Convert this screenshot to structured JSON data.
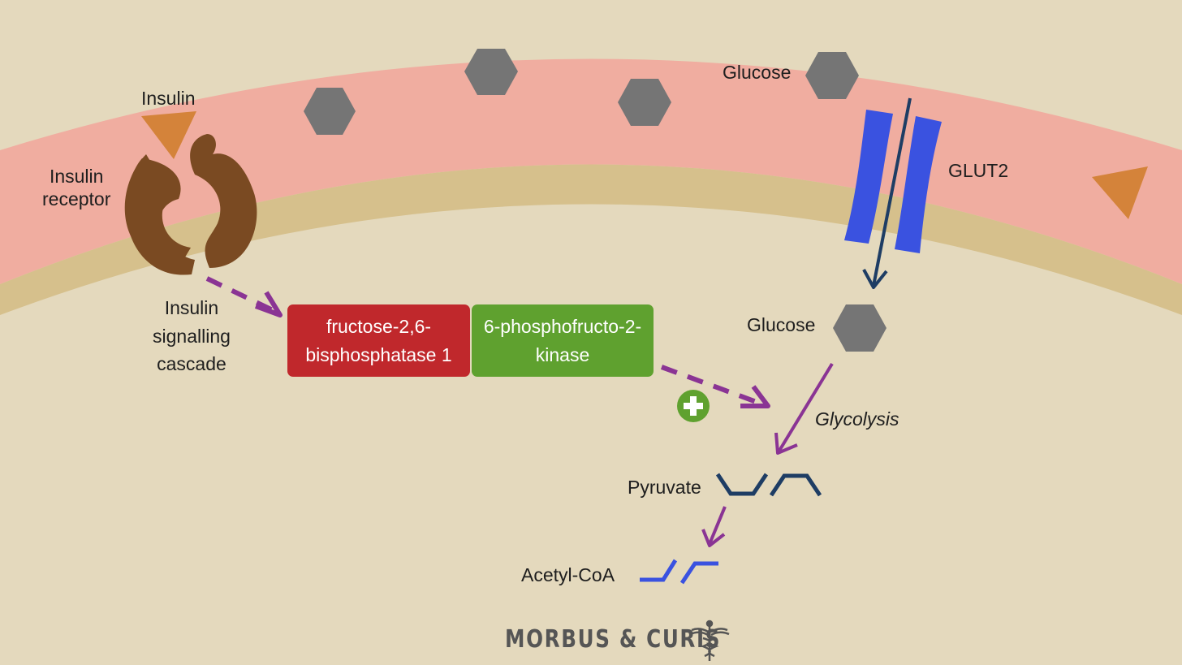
{
  "labels": {
    "insulin": "Insulin",
    "insulin_receptor": "Insulin\nreceptor",
    "signalling": "Insulin\nsignalling\ncascade",
    "glucose_outside": "Glucose",
    "glut2": "GLUT2",
    "glucose_inside": "Glucose",
    "glycolysis": "Glycolysis",
    "pyruvate": "Pyruvate",
    "acetyl_coa": "Acetyl-CoA"
  },
  "enzymes": {
    "phosphatase": "fructose-2,6-\nbisphosphatase 1",
    "kinase": "6-phosphofructo-2-\nkinase"
  },
  "brand": "MORBUS & CURIS",
  "colors": {
    "background": "#e4d9bd",
    "bloodstream": "#f0ada0",
    "membrane": "#d6c08c",
    "glucose": "#757575",
    "insulin": "#d4833a",
    "receptor": "#7a4a22",
    "glut2": "#3a52e0",
    "arrow": "#8a3494",
    "phosphatase": "#c0282c",
    "kinase": "#5fa12f",
    "pyruvate": "#1e3d64",
    "acetyl": "#3a52e0"
  },
  "icons": {
    "activation": "plus-circle-icon",
    "brand_logo": "caduceus-icon"
  }
}
